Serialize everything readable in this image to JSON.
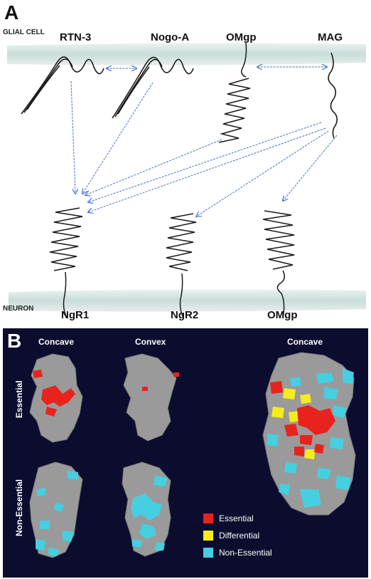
{
  "panel_a": {
    "letter": "A",
    "top_membrane_label": "GLIAL CELL",
    "bottom_membrane_label": "NEURON",
    "ligands": [
      "RTN-3",
      "Nogo-A",
      "OMgp",
      "MAG"
    ],
    "receptors": [
      "NgR1",
      "NgR2",
      "OMgp"
    ]
  },
  "panel_b": {
    "letter": "B",
    "col_headers": [
      "Concave",
      "Convex",
      "Concave"
    ],
    "row_labels": [
      "Essential",
      "Non-Essential"
    ],
    "legend": [
      {
        "label": "Essential",
        "color": "#e8231d"
      },
      {
        "label": "Differential",
        "color": "#f5ec1e"
      },
      {
        "label": "Non-Essential",
        "color": "#45cfe0"
      }
    ]
  },
  "colors": {
    "membrane": "#cfe0dc",
    "arrow": "#4a6fd0",
    "surface": "#9a9a9a",
    "background_b": "#0c0d2e"
  }
}
